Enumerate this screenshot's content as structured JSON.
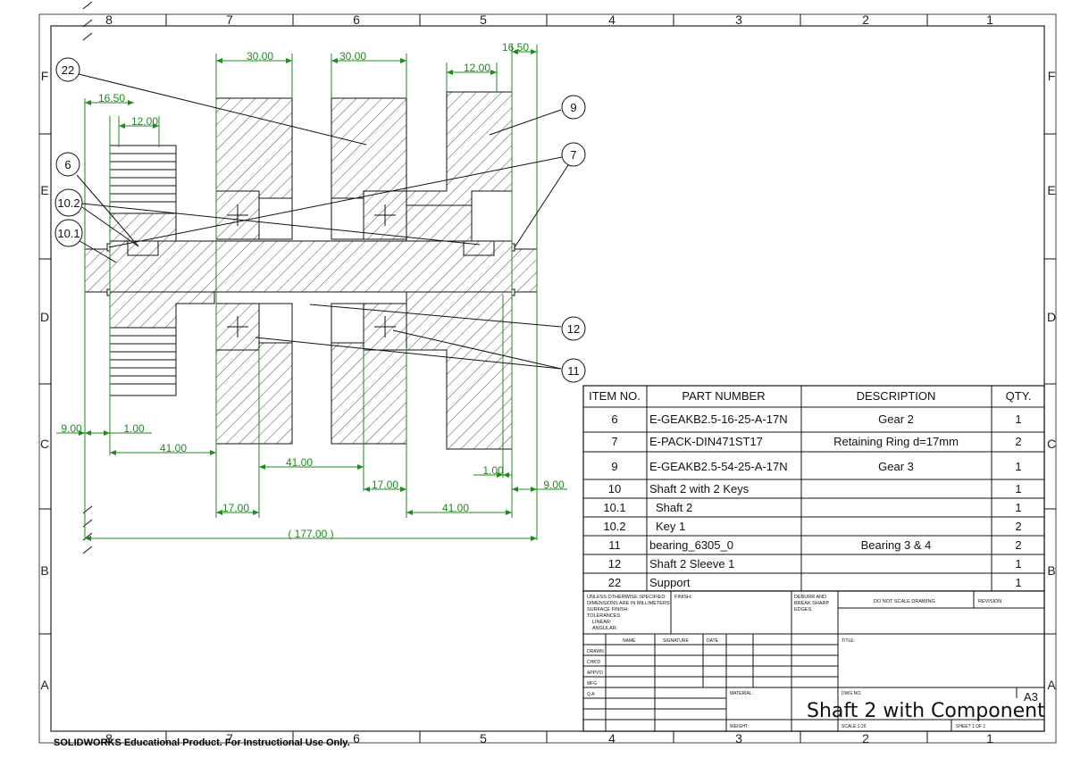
{
  "zones": {
    "columns": [
      "8",
      "7",
      "6",
      "5",
      "4",
      "3",
      "2",
      "1"
    ],
    "rows": [
      "F",
      "E",
      "D",
      "C",
      "B",
      "A"
    ]
  },
  "dimensions": {
    "d_16_50_top": "16.50",
    "d_30_a": "30.00",
    "d_30_b": "30.00",
    "d_12_top": "12.00",
    "d_16_50_left": "16.50",
    "d_12_left": "12.00",
    "d_9_left": "9.00",
    "d_1_left": "1.00",
    "d_41_a": "41.00",
    "d_41_b": "41.00",
    "d_1_right": "1.00",
    "d_17_a": "17.00",
    "d_9_right": "9.00",
    "d_17_b": "17.00",
    "d_41_c": "41.00",
    "d_total": "( 177.00 )"
  },
  "balloons": {
    "b22": "22",
    "b9": "9",
    "b7": "7",
    "b6": "6",
    "b10_2": "10.2",
    "b10_1": "10.1",
    "b12": "12",
    "b11": "11"
  },
  "bom": {
    "headers": [
      "ITEM NO.",
      "PART NUMBER",
      "DESCRIPTION",
      "QTY."
    ],
    "rows": [
      {
        "item": "6",
        "part": "E-GEAKB2.5-16-25-A-17N",
        "desc": "Gear 2",
        "qty": "1"
      },
      {
        "item": "7",
        "part": "E-PACK-DIN471ST17",
        "desc": "Retaining Ring d=17mm",
        "qty": "2"
      },
      {
        "item": "9",
        "part": "E-GEAKB2.5-54-25-A-17N",
        "desc": "Gear 3",
        "qty": "1"
      },
      {
        "item": "10",
        "part": "Shaft 2 with 2 Keys",
        "desc": "",
        "qty": "1"
      },
      {
        "item": "10.1",
        "part": "Shaft 2",
        "desc": "",
        "qty": "1"
      },
      {
        "item": "10.2",
        "part": "Key 1",
        "desc": "",
        "qty": "2"
      },
      {
        "item": "11",
        "part": "bearing_6305_0",
        "desc": "Bearing 3 & 4",
        "qty": "2"
      },
      {
        "item": "12",
        "part": "Shaft 2 Sleeve 1",
        "desc": "",
        "qty": "1"
      },
      {
        "item": "22",
        "part": "Support",
        "desc": "",
        "qty": "1"
      }
    ]
  },
  "titleblock": {
    "tolerance_lines": [
      "UNLESS OTHERWISE SPECIFIED:",
      "DIMENSIONS ARE IN MILLIMETERS",
      "SURFACE FINISH:",
      "TOLERANCES:",
      "LINEAR:",
      "ANGULAR:"
    ],
    "finish": "FINISH:",
    "deburr_lines": [
      "DEBURR AND",
      "BREAK SHARP",
      "EDGES"
    ],
    "do_not_scale": "DO NOT SCALE DRAWING",
    "revision": "REVISION",
    "name": "NAME",
    "signature": "SIGNATURE",
    "date": "DATE",
    "title_label": "TITLE:",
    "drawn": "DRAWN",
    "chkd": "CHK'D",
    "appvd": "APPV'D",
    "mfg": "MFG",
    "qa": "Q.A",
    "material": "MATERIAL:",
    "dwg_no": "DWG NO.",
    "size": "A3",
    "drawing_title": "Shaft 2 with Component",
    "weight": "WEIGHT:",
    "scale": "SCALE:1:20",
    "sheet": "SHEET 1 OF 1"
  },
  "watermark": "SOLIDWORKS Educational Product. For Instructional Use Only."
}
